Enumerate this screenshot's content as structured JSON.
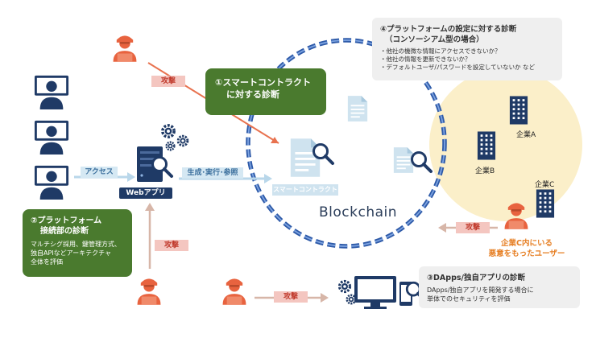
{
  "section1": {
    "title_line1": "①スマートコントラクト",
    "title_line2": "に対する診断"
  },
  "section2": {
    "title_line1": "②プラットフォーム",
    "title_line2": "接続部の診断",
    "desc_line1": "マルチシグ採用、鍵管理方式、",
    "desc_line2": "独自APIなどアーキテクチャ",
    "desc_line3": "全体を評価"
  },
  "section3": {
    "title": "③DApps/独自アプリの診断",
    "desc_line1": "DApps/独自アプリを開発する場合に",
    "desc_line2": "単体でのセキュリティを評価"
  },
  "section4": {
    "title_line1": "④プラットフォームの設定に対する診断",
    "title_line2": "（コンソーシアム型の場合）",
    "items": [
      "・他社の機微な情報にアクセスできないか？",
      "・他社の情報を更新できないか？",
      "・デフォルトユーザ/パスワードを設定していないか など"
    ]
  },
  "labels": {
    "attack": "攻撃",
    "access": "アクセス",
    "generate": "生成･実行･参照",
    "webapp": "Webアプリ",
    "smart_contract": "スマートコントラクト",
    "blockchain": "Blockchain",
    "company_a": "企業A",
    "company_b": "企業B",
    "company_c": "企業C",
    "malicious_line1": "企業C内にいる",
    "malicious_line2": "悪意をもったユーザー"
  },
  "colors": {
    "green": "#4a7a2e",
    "navy": "#1f3a66",
    "attacker": "#e8633f",
    "chain": "#2e5aa8",
    "consortium": "#fbefc9",
    "attack_arrow": "#e8724f",
    "flow_arrow": "#b9d7ea"
  },
  "icons": [
    "user-icon",
    "gear-icon",
    "server-icon",
    "magnifier-icon",
    "document-icon",
    "building-icon",
    "hacker-icon",
    "monitor-icon",
    "smartphone-icon",
    "chain-ring"
  ]
}
